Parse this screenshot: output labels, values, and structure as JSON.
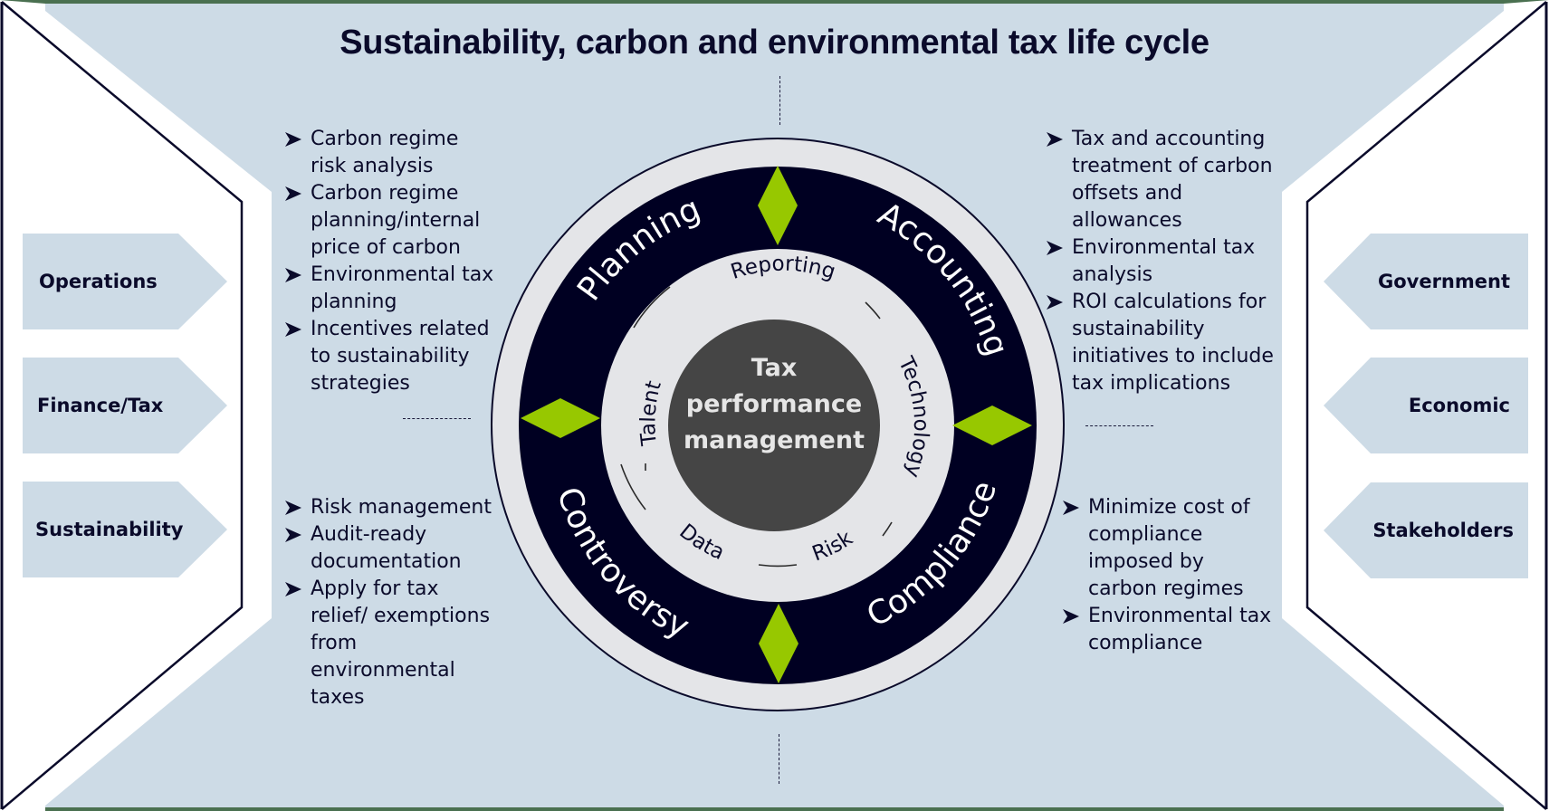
{
  "title": "Sustainability, carbon and environmental tax life cycle",
  "left_stakeholders": [
    {
      "label": "Operations"
    },
    {
      "label": "Finance/Tax"
    },
    {
      "label": "Sustainability"
    }
  ],
  "right_stakeholders": [
    {
      "label": "Government"
    },
    {
      "label": "Economic"
    },
    {
      "label": "Stakeholders"
    }
  ],
  "quadrants": {
    "planning": {
      "label": "Planning",
      "bullets": [
        [
          "Carbon regime",
          "risk analysis"
        ],
        [
          "Carbon regime",
          "planning/internal",
          "price of carbon"
        ],
        [
          "Environmental tax",
          "planning"
        ],
        [
          "Incentives related",
          "to sustainability",
          "strategies"
        ]
      ]
    },
    "accounting": {
      "label": "Accounting",
      "bullets": [
        [
          "Tax and accounting",
          "treatment of carbon",
          "offsets and",
          "allowances"
        ],
        [
          "Environmental tax",
          "analysis"
        ],
        [
          "ROI calculations for",
          "sustainability",
          "initiatives to include",
          "tax implications"
        ]
      ]
    },
    "controversy": {
      "label": "Controversy",
      "bullets": [
        [
          "Risk management"
        ],
        [
          "Audit-ready",
          "documentation"
        ],
        [
          "Apply for tax",
          "relief/ exemptions",
          "from",
          "environmental",
          "taxes"
        ]
      ]
    },
    "compliance": {
      "label": "Compliance",
      "bullets": [
        [
          "Minimize cost of",
          "compliance",
          "imposed by",
          "carbon regimes"
        ],
        [
          "Environmental tax",
          "compliance"
        ]
      ]
    }
  },
  "inner_ring": [
    "Reporting",
    "Technology",
    "Risk",
    "Data",
    "Talent"
  ],
  "core": {
    "line1": "Tax",
    "line2": "performance",
    "line3": "management"
  },
  "colors": {
    "background": "#4a7050",
    "panel": "#cddbe6",
    "ring_dark": "#000022",
    "ring_light": "#e4e5e8",
    "core": "#454545",
    "accent": "#97c800",
    "text": "#0a0a2a"
  }
}
